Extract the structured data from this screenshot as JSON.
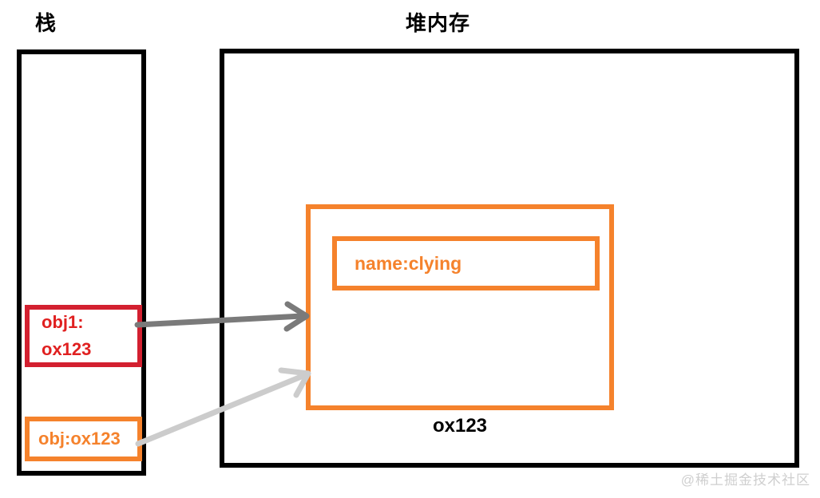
{
  "diagram": {
    "stack": {
      "title": "栈",
      "entries": [
        {
          "id": "obj1",
          "lines": [
            "obj1:",
            "ox123"
          ],
          "color": "#e02020",
          "border_color": "#d32030"
        },
        {
          "id": "obj",
          "lines": [
            "obj:ox123"
          ],
          "color": "#f5822c",
          "border_color": "#f5822c"
        }
      ]
    },
    "heap": {
      "title": "堆内存",
      "object": {
        "property": "name:clying",
        "address": "ox123",
        "border_color": "#f5822c",
        "text_color": "#f5822c"
      }
    },
    "arrows": [
      {
        "id": "obj1-to-heap",
        "from": "stack-entry-obj1",
        "to": "heap-object",
        "color": "#7a7a7a"
      },
      {
        "id": "obj-to-heap",
        "from": "stack-entry-obj",
        "to": "heap-object",
        "color": "#cccccc"
      }
    ],
    "watermark": "@稀土掘金技术社区"
  }
}
